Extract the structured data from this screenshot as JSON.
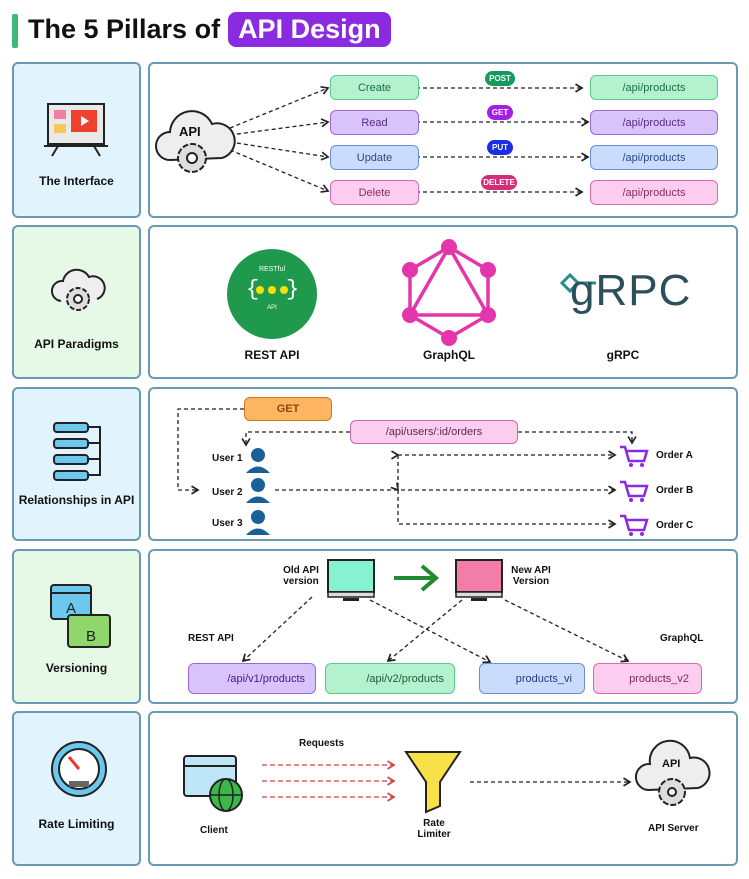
{
  "title": {
    "prefix": "The 5 Pillars of",
    "highlight": "API Design"
  },
  "colors": {
    "accent": "#8a2be2",
    "green": "#3cb878",
    "border": "#6a9ab3"
  },
  "pillars": [
    {
      "label": "The Interface",
      "icon": "tv-icon"
    },
    {
      "label": "API Paradigms",
      "icon": "cloud-gear-icon"
    },
    {
      "label": "Relationships in API",
      "icon": "hierarchy-icon"
    },
    {
      "label": "Versioning",
      "icon": "version-windows-icon"
    },
    {
      "label": "Rate Limiting",
      "icon": "gauge-icon"
    }
  ],
  "interface": {
    "api_label": "API",
    "ops": [
      {
        "name": "Create",
        "method": "POST",
        "path": "/api/products"
      },
      {
        "name": "Read",
        "method": "GET",
        "path": "/api/products"
      },
      {
        "name": "Update",
        "method": "PUT",
        "path": "/api/products"
      },
      {
        "name": "Delete",
        "method": "DELETE",
        "path": "/api/products"
      }
    ]
  },
  "paradigms": {
    "rest_badge_top": "RESTful",
    "rest_badge_bottom": "API",
    "items": [
      "REST API",
      "GraphQL",
      "gRPC"
    ],
    "grpc_logo": "gRPC"
  },
  "relationships": {
    "method": "GET",
    "path": "/api/users/:id/orders",
    "users": [
      "User 1",
      "User 2",
      "User 3"
    ],
    "orders": [
      "Order A",
      "Order B",
      "Order C"
    ]
  },
  "versioning": {
    "old": "Old API version",
    "new": "New API Version",
    "rest_label": "REST API",
    "graphql_label": "GraphQL",
    "endpoints": [
      "/api/v1/products",
      "/api/v2/products",
      "products_vi",
      "products_v2"
    ]
  },
  "rate": {
    "requests": "Requests",
    "client": "Client",
    "limiter": "Rate Limiter",
    "server": "API Server",
    "server_api": "API"
  }
}
